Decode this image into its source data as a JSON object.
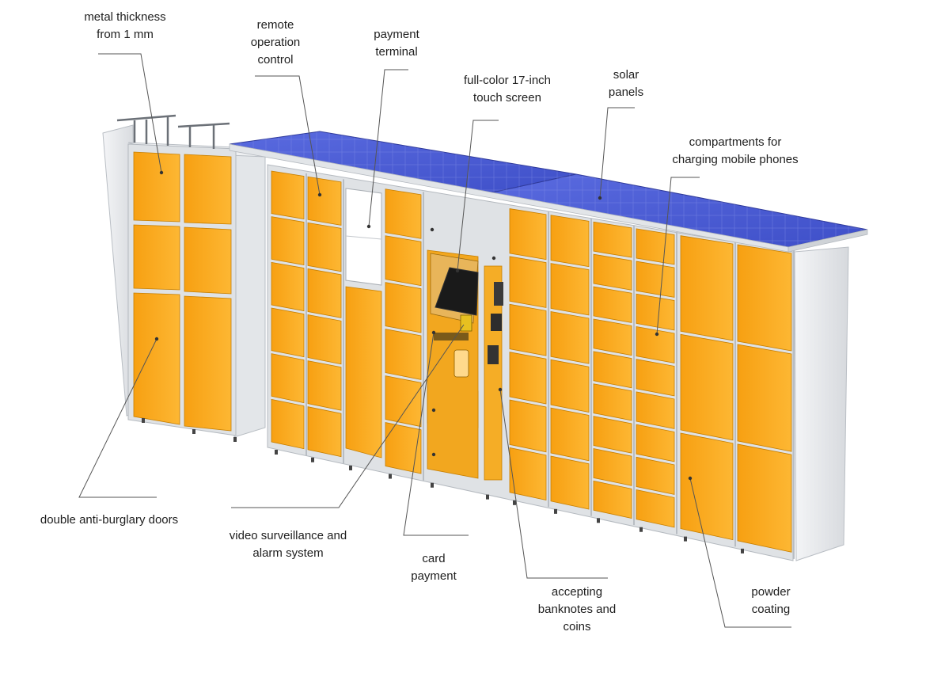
{
  "labels": {
    "metal_thickness": [
      "metal thickness",
      "from 1 mm"
    ],
    "remote_control": [
      "remote",
      "operation",
      "control"
    ],
    "payment_terminal": [
      "payment",
      "terminal"
    ],
    "touch_screen": [
      "full-color 17-inch",
      "touch screen"
    ],
    "solar_panels": [
      "solar",
      "panels"
    ],
    "charging_compartments": [
      "compartments for",
      "charging mobile phones"
    ],
    "anti_burglary_doors": [
      "double anti-burglary doors"
    ],
    "video_surveillance": [
      "video surveillance and",
      "alarm system"
    ],
    "card_payment": [
      "card",
      "payment"
    ],
    "banknotes_coins": [
      "accepting",
      "banknotes and",
      "coins"
    ],
    "powder_coating": [
      "powder",
      "coating"
    ]
  },
  "colors": {
    "door_orange": "#fbaa18",
    "frame_light": "#e9ecef",
    "frame_mid": "#c7cbd0",
    "solar_blue": "#4d5fd6",
    "leader_line": "#555555",
    "text": "#1e1e1e"
  }
}
